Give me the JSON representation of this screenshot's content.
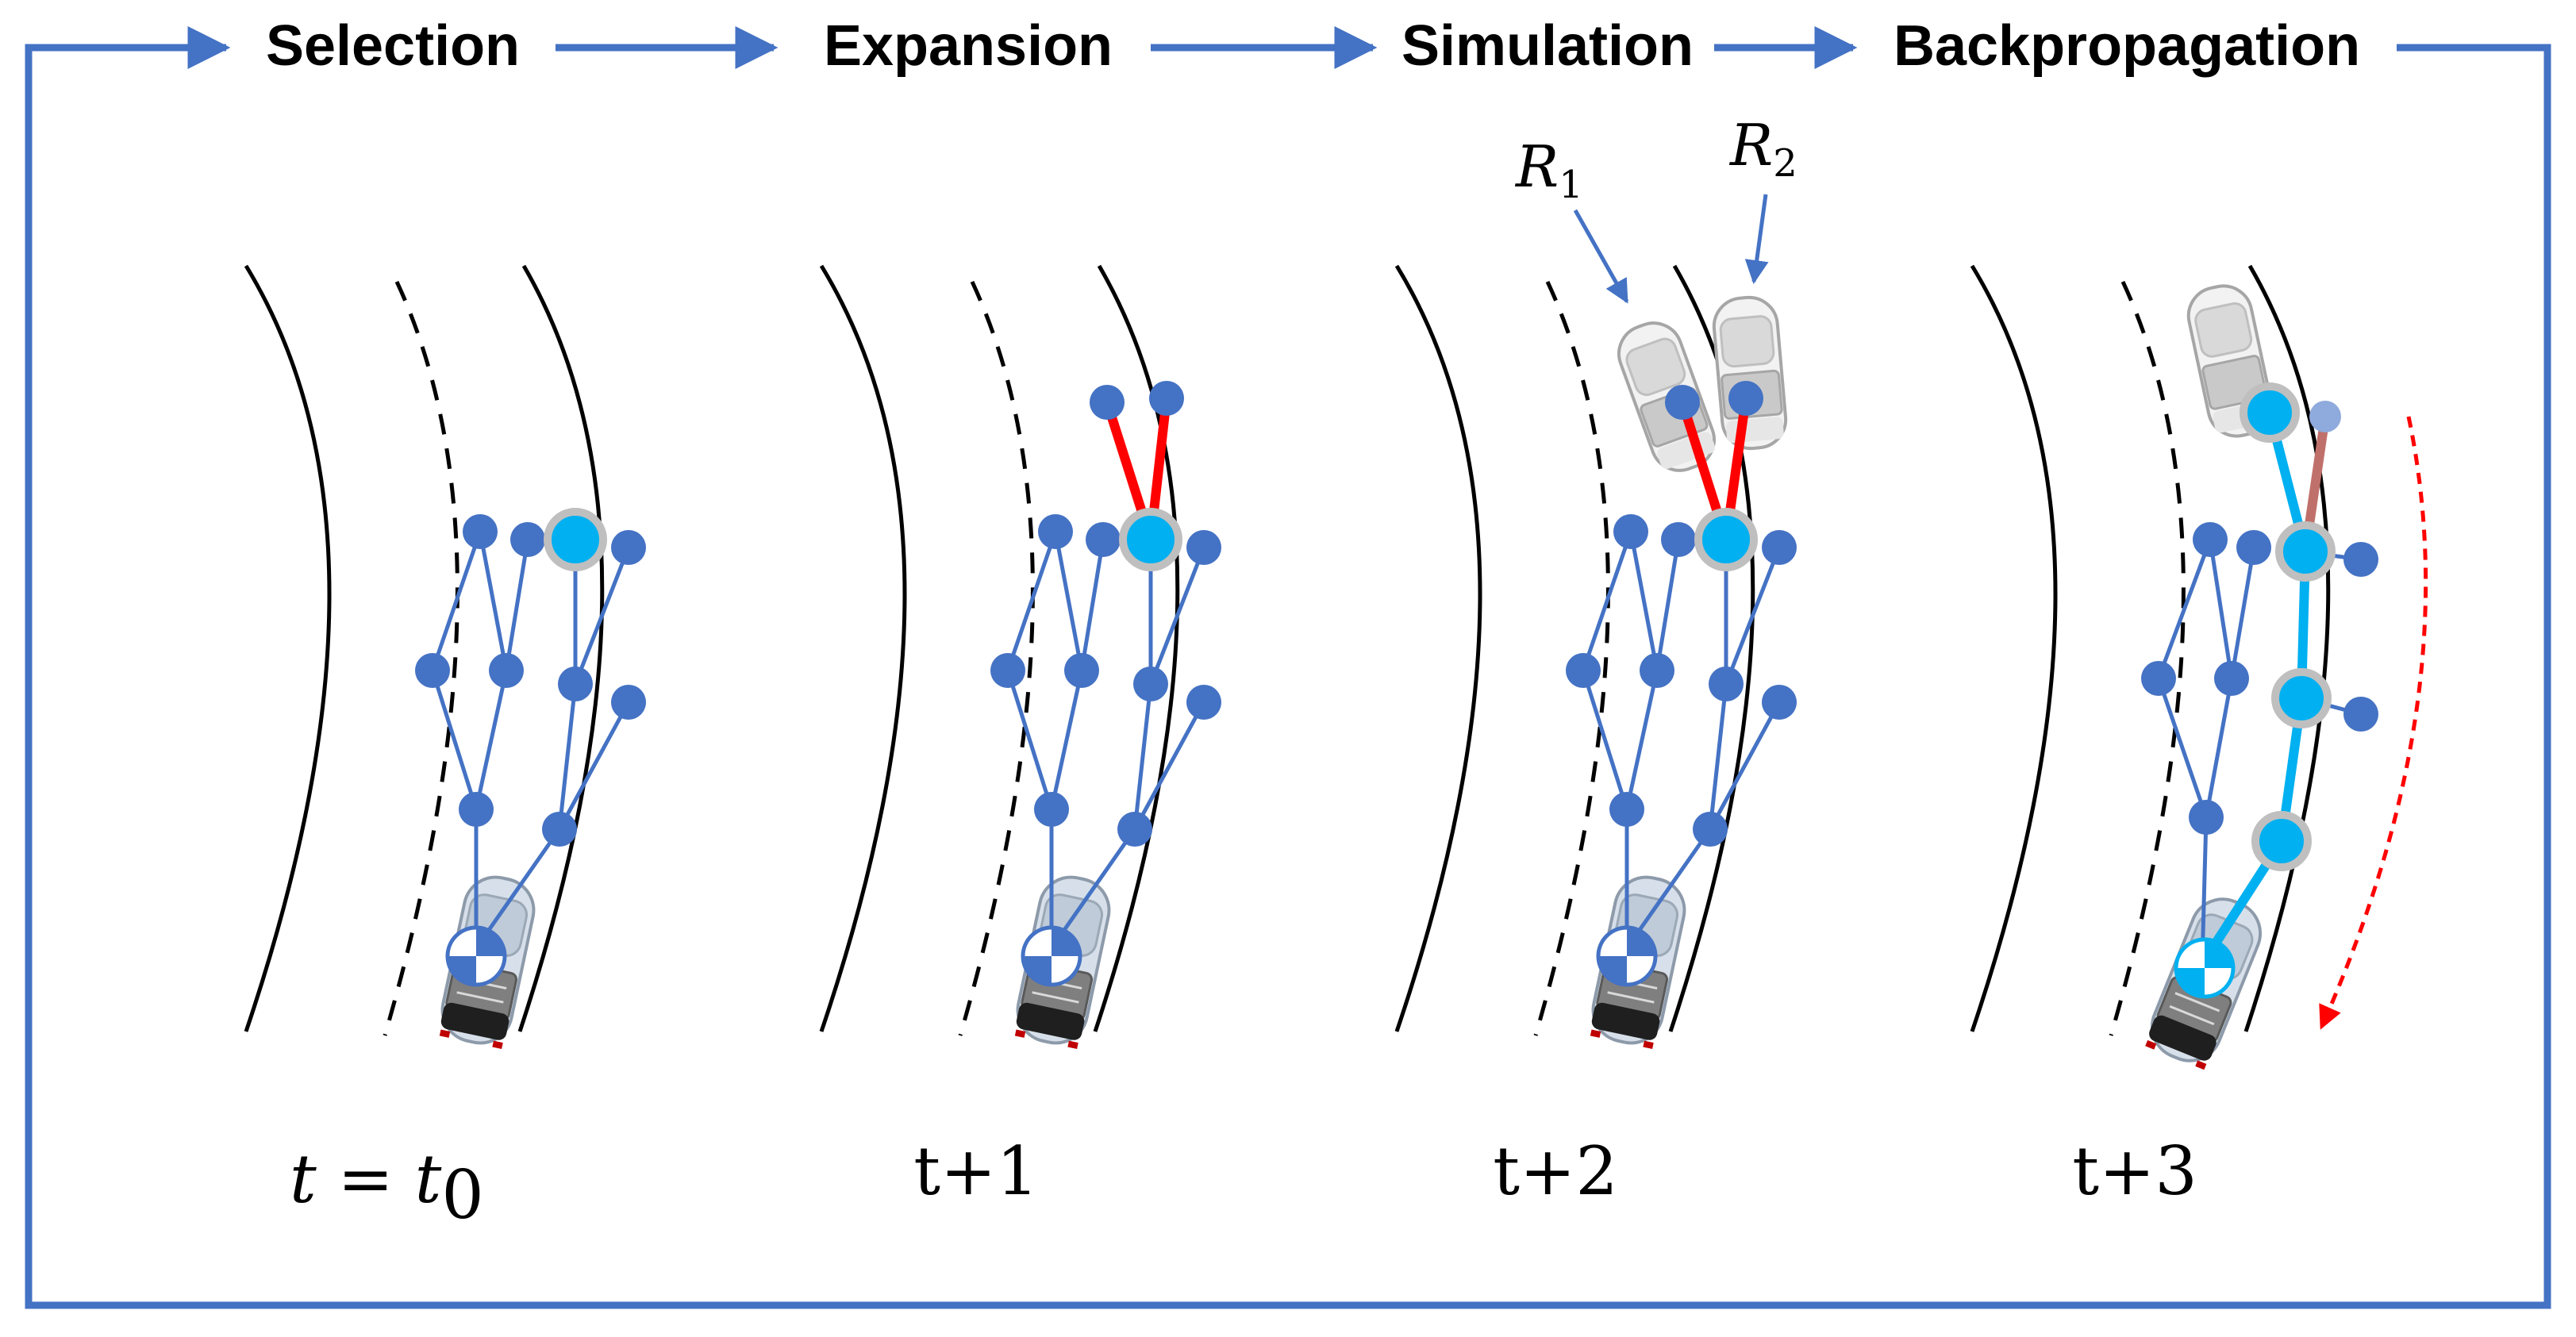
{
  "stages": {
    "selection": "Selection",
    "expansion": "Expansion",
    "simulation": "Simulation",
    "backpropagation": "Backpropagation"
  },
  "time_labels": {
    "t0_lhs": "t",
    "t0_eq": " = ",
    "t0_rhs": "t",
    "t0_sub": "0",
    "t1": "t+1",
    "t2": "t+2",
    "t3": "t+3"
  },
  "rewards": {
    "r1_letter": "R",
    "r1_sub": "1",
    "r2_letter": "R",
    "r2_sub": "2"
  },
  "colors": {
    "frame_blue": "#4472C4",
    "node_blue": "#4472C4",
    "selected_cyan": "#00B0F0",
    "ring_gray": "#BFBFBF",
    "expansion_red": "#FF0000",
    "backprop_red_dashed": "#FF0000",
    "faded_edge": "#C0706A",
    "road_line": "#000000"
  }
}
